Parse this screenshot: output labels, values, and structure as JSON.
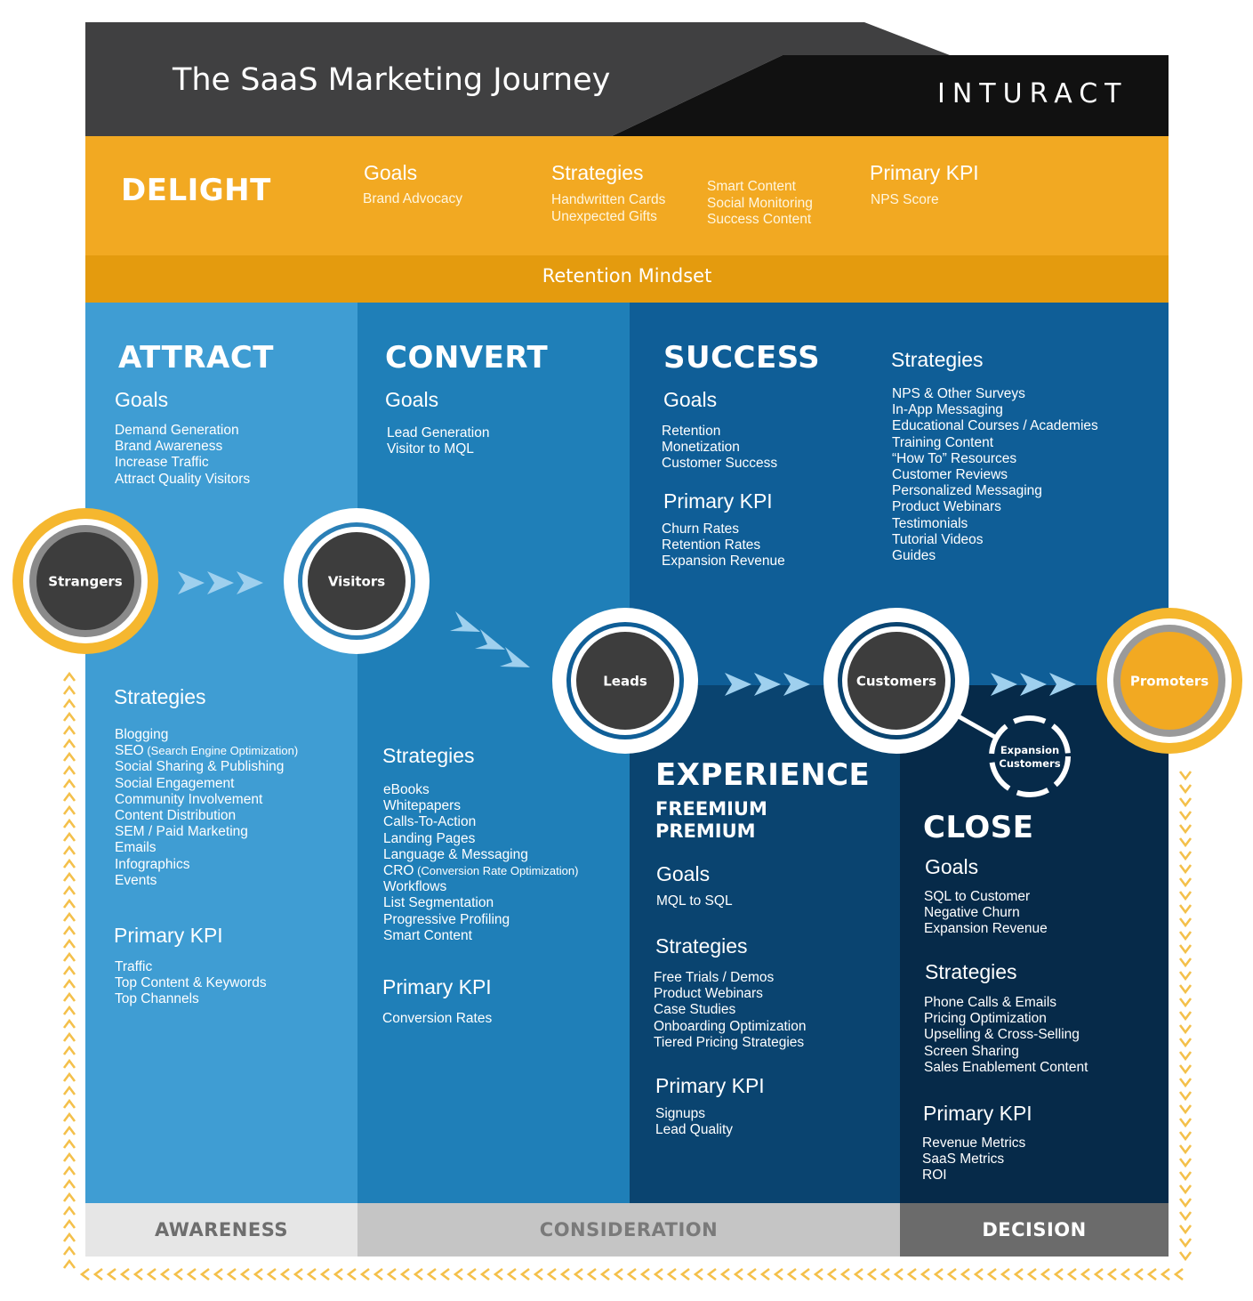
{
  "header": {
    "title": "The SaaS Marketing Journey",
    "logo_text": "INTURACT"
  },
  "delight": {
    "title": "DELIGHT",
    "goals_heading": "Goals",
    "goals": [
      "Brand Advocacy"
    ],
    "strategies_heading": "Strategies",
    "strategies_a": [
      "Handwritten Cards",
      "Unexpected Gifts"
    ],
    "strategies_b": [
      "Smart Content",
      "Social Monitoring",
      "Success Content"
    ],
    "kpi_heading": "Primary KPI",
    "kpi": [
      "NPS Score"
    ]
  },
  "retention": {
    "label": "Retention Mindset"
  },
  "attract": {
    "title": "ATTRACT",
    "goals_heading": "Goals",
    "goals": [
      "Demand Generation",
      "Brand Awareness",
      "Increase Traffic",
      "Attract Quality Visitors"
    ],
    "strategies_heading": "Strategies",
    "strategies": [
      "Blogging",
      "SEO (Search Engine Optimization)",
      "Social Sharing & Publishing",
      "Social Engagement",
      "Community Involvement",
      "Content Distribution",
      "SEM / Paid Marketing",
      "Emails",
      "Infographics",
      "Events"
    ],
    "kpi_heading": "Primary KPI",
    "kpi": [
      "Traffic",
      "Top Content & Keywords",
      "Top Channels"
    ]
  },
  "convert": {
    "title": "CONVERT",
    "goals_heading": "Goals",
    "goals": [
      "Lead Generation",
      "Visitor to MQL"
    ],
    "strategies_heading": "Strategies",
    "strategies": [
      "eBooks",
      "Whitepapers",
      "Calls-To-Action",
      "Landing Pages",
      "Language & Messaging",
      "CRO (Conversion Rate Optimization)",
      "Workflows",
      "List Segmentation",
      "Progressive Profiling",
      "Smart Content"
    ],
    "kpi_heading": "Primary KPI",
    "kpi": [
      "Conversion Rates"
    ]
  },
  "success": {
    "title": "SUCCESS",
    "goals_heading": "Goals",
    "goals": [
      "Retention",
      "Monetization",
      "Customer Success"
    ],
    "kpi_heading": "Primary KPI",
    "kpi": [
      "Churn Rates",
      "Retention Rates",
      "Expansion Revenue"
    ],
    "strategies_heading": "Strategies",
    "strategies": [
      "NPS & Other Surveys",
      "In-App Messaging",
      "Educational Courses / Academies",
      "Training Content",
      "“How To” Resources",
      "Customer Reviews",
      "Personalized Messaging",
      "Product Webinars",
      "Testimonials",
      "Tutorial Videos",
      "Guides"
    ]
  },
  "experience": {
    "title": "EXPERIENCE",
    "subtitle_1": "FREEMIUM",
    "subtitle_2": "PREMIUM",
    "goals_heading": "Goals",
    "goals": [
      "MQL to SQL"
    ],
    "strategies_heading": "Strategies",
    "strategies": [
      "Free Trials / Demos",
      "Product Webinars",
      "Case Studies",
      "Onboarding Optimization",
      "Tiered Pricing Strategies"
    ],
    "kpi_heading": "Primary KPI",
    "kpi": [
      "Signups",
      "Lead Quality"
    ]
  },
  "close": {
    "title": "CLOSE",
    "goals_heading": "Goals",
    "goals": [
      "SQL to Customer",
      "Negative Churn",
      "Expansion Revenue"
    ],
    "strategies_heading": "Strategies",
    "strategies": [
      "Phone Calls & Emails",
      "Pricing Optimization",
      "Upselling & Cross-Selling",
      "Screen Sharing",
      "Sales Enablement Content"
    ],
    "kpi_heading": "Primary KPI",
    "kpi": [
      "Revenue Metrics",
      "SaaS Metrics",
      "ROI"
    ]
  },
  "nodes": {
    "strangers": "Strangers",
    "visitors": "Visitors",
    "leads": "Leads",
    "customers": "Customers",
    "promoters": "Promoters",
    "expansion_1": "Expansion",
    "expansion_2": "Customers"
  },
  "stages": {
    "awareness": "AWARENESS",
    "consideration": "CONSIDERATION",
    "decision": "DECISION"
  },
  "colors": {
    "header_dark": "#404041",
    "header_black": "#111111",
    "delight": "#f2a922",
    "retention": "#e49b0e",
    "attract": "#3f9dd3",
    "convert": "#1f7fb8",
    "success": "#0f5e97",
    "experience": "#0a4470",
    "close": "#062a49",
    "node_dark": "#3d3d3d",
    "promoter": "#f2a922"
  }
}
